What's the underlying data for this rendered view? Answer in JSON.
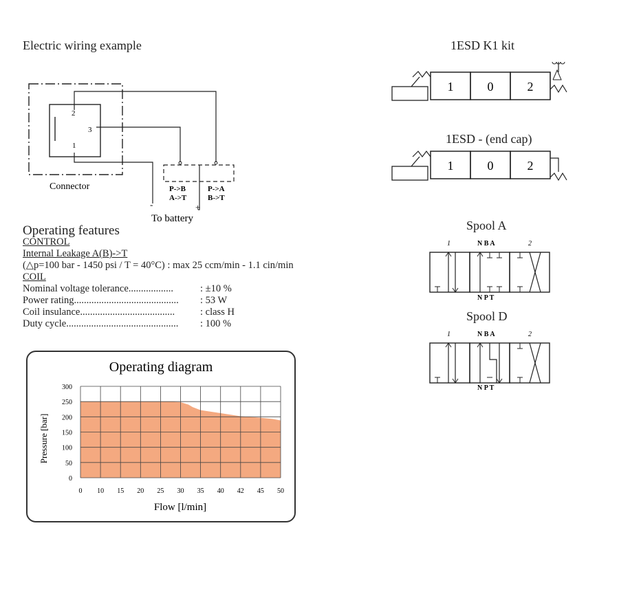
{
  "wiring": {
    "title": "Electric wiring example",
    "pin2": "2",
    "pin3": "3",
    "pin1": "1",
    "connector_label": "Connector",
    "left_flow_1": "P->B",
    "left_flow_2": "A->T",
    "right_flow_1": "P->A",
    "right_flow_2": "B->T",
    "minus": "-",
    "plus": "+",
    "battery_label": "To battery"
  },
  "features": {
    "title": "Operating features",
    "control_heading": "CONTROL",
    "leakage_line1": "Internal Leakage A(B)->T",
    "leakage_line2": "(△p=100 bar - 1450 psi / T = 40°C) : max 25 ccm/min - 1.1 cin/min",
    "coil_heading": "COIL",
    "rows": [
      {
        "label": "Nominal voltage tolerance..................",
        "value": ": ±10 %"
      },
      {
        "label": "Power rating..........................................",
        "value": ": 53 W"
      },
      {
        "label": "Coil insulance......................................",
        "value": ": class H"
      },
      {
        "label": "Duty cycle.............................................",
        "value": ": 100 %"
      }
    ]
  },
  "kits": {
    "k1_title": "1ESD K1 kit",
    "endcap_title": "1ESD - (end cap)",
    "pos1": "1",
    "pos0": "0",
    "pos2": "2"
  },
  "spools": {
    "a_title": "Spool A",
    "d_title": "Spool D",
    "mark1": "1",
    "mark2": "2",
    "top_ports": "N B A",
    "bottom_ports": "N P T"
  },
  "chart_data": {
    "type": "area",
    "title": "Operating diagram",
    "xlabel": "Flow [l/min]",
    "ylabel": "Pressure [bar]",
    "x_ticks": [
      "0",
      "10",
      "15",
      "20",
      "25",
      "30",
      "35",
      "40",
      "42",
      "45",
      "50"
    ],
    "y_ticks": [
      "0",
      "50",
      "100",
      "150",
      "200",
      "250",
      "300"
    ],
    "xlim": [
      0,
      50
    ],
    "ylim": [
      0,
      300
    ],
    "grid": true,
    "fill_color": "#f4a980",
    "series": [
      {
        "x": [
          0,
          5,
          10,
          15,
          20,
          22,
          25,
          27,
          28,
          30,
          32,
          35,
          40,
          42,
          45,
          48,
          50
        ],
        "y": [
          250,
          250,
          250,
          250,
          250,
          250,
          248,
          240,
          232,
          222,
          218,
          212,
          202,
          200,
          197,
          193,
          188
        ]
      }
    ]
  }
}
